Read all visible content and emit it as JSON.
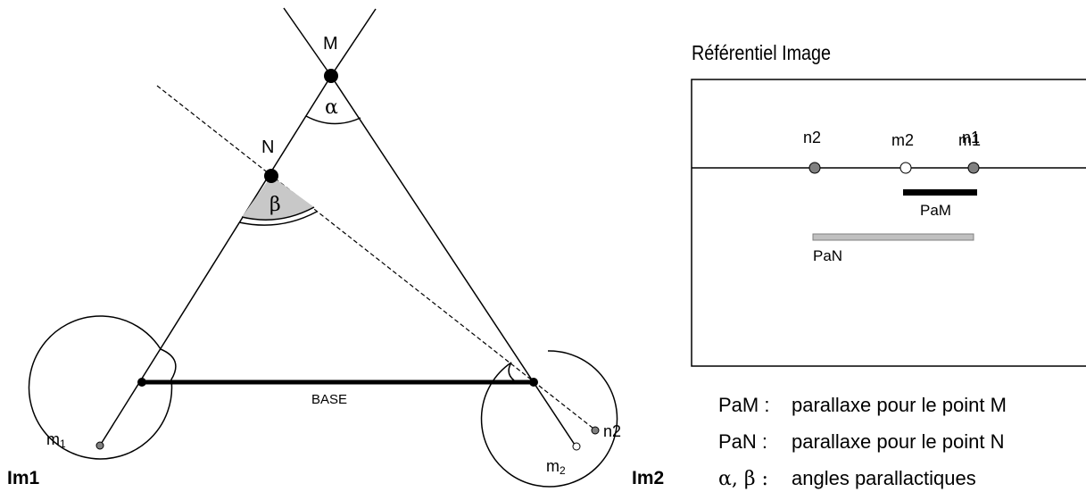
{
  "points": {
    "M": "M",
    "N": "N",
    "m1": "m",
    "m1_sub": "1",
    "m2": "m",
    "m2_sub": "2",
    "n2": "n2"
  },
  "angles": {
    "alpha": "α",
    "beta": "β"
  },
  "base_label": "BASE",
  "image_labels": {
    "im1": "Im1",
    "im2": "Im2"
  },
  "referentiel": {
    "title": "Référentiel Image",
    "n2": "n2",
    "m2": "m2",
    "n1": "n1",
    "m1": "m1",
    "pam": "PaM",
    "pan": "PaN"
  },
  "legend": [
    {
      "key": "PaM :",
      "text": "parallaxe pour le point M"
    },
    {
      "key": "PaN :",
      "text": "parallaxe pour le point N"
    },
    {
      "key": "α, β :",
      "text": "angles parallactiques"
    }
  ],
  "colors": {
    "ink": "#000000",
    "grey_point": "#808080",
    "pan_bar": "#c0c0c0",
    "beta_fill": "#c8c8c8",
    "hollow_point": "#ffffff"
  }
}
